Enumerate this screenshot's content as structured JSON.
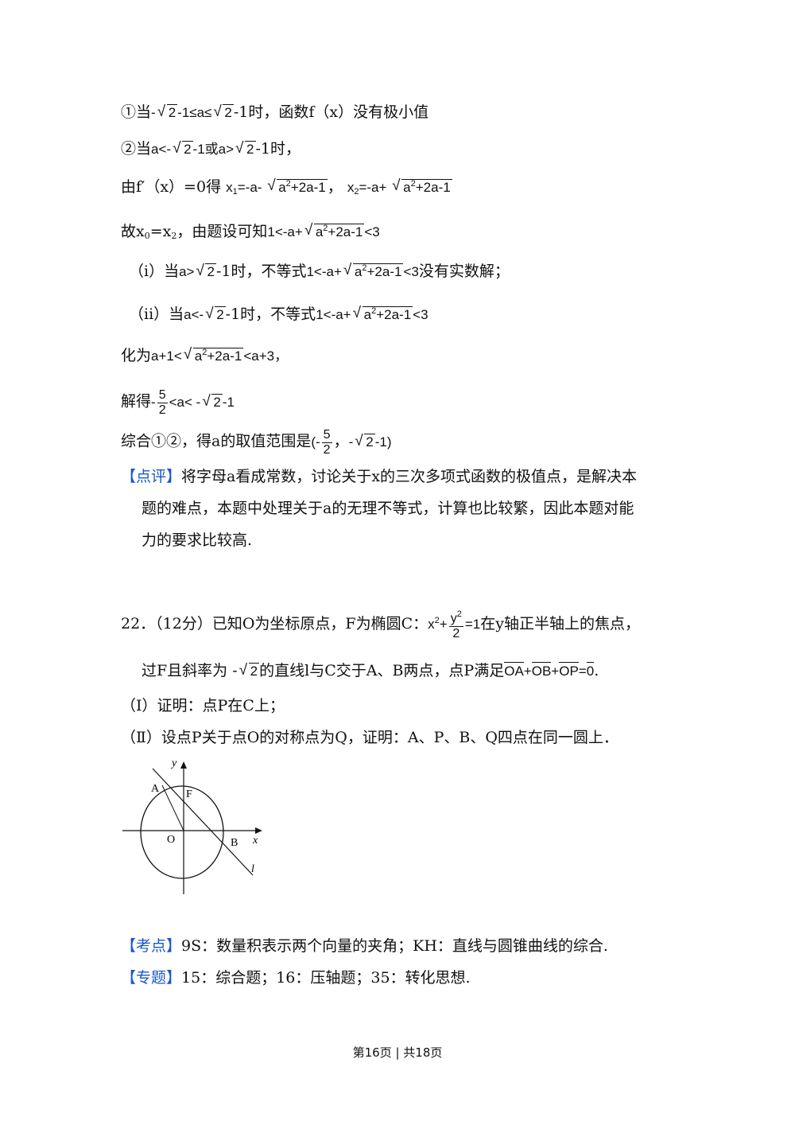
{
  "lines": {
    "l1_a": "①当",
    "l1_b": "-",
    "l1_c": "2",
    "l1_d": "-1≤a≤",
    "l1_e": "2",
    "l1_f": "-1时，函数f（x）没有极小值",
    "l2_a": "②当",
    "l2_b": "a<-",
    "l2_c": "2",
    "l2_d": "-1或",
    "l2_e": "a>",
    "l2_f": "2",
    "l2_g": "-1时，",
    "l3_a": "由f′（x）=0得",
    "l3_b": "x",
    "l3_c": "1",
    "l3_d": "=-a-",
    "l3_e": "a",
    "l3_f": "2",
    "l3_g": "+2a-1",
    "l3_h": "，",
    "l3_i": "x",
    "l3_j": "2",
    "l3_k": "=-a+",
    "l3_l": "a",
    "l3_m": "2",
    "l3_n": "+2a-1",
    "l4_a": "故x",
    "l4_b": "0",
    "l4_c": "=x",
    "l4_d": "2",
    "l4_e": "，由题设可知",
    "l4_f": "1<-a+",
    "l4_g": "a",
    "l4_h": "2",
    "l4_i": "+2a-1",
    "l4_j": "<3",
    "l5_a": "（i）当",
    "l5_b": "a>",
    "l5_c": "2",
    "l5_d": "-1时，不等式",
    "l5_e": "1<-a+",
    "l5_f": "a",
    "l5_g": "2",
    "l5_h": "+2a-1",
    "l5_i": "<3",
    "l5_j": "没有实数解；",
    "l6_a": "（ii）当",
    "l6_b": "a<-",
    "l6_c": "2",
    "l6_d": "-1时，不等式",
    "l6_e": "1<-a+",
    "l6_f": "a",
    "l6_g": "2",
    "l6_h": "+2a-1",
    "l6_i": "<3",
    "l7_a": "化为",
    "l7_b": "a+1<",
    "l7_c": "a",
    "l7_d": "2",
    "l7_e": "+2a-1",
    "l7_f": "<a+3，",
    "l8_a": "解得",
    "l8_b": "-",
    "l8_num": "5",
    "l8_den": "2",
    "l8_c": "<a<",
    "l8_d": "-",
    "l8_e": "2",
    "l8_f": "-1",
    "l9_a": "综合①②，得a的取值范围是",
    "l9_b": "(-",
    "l9_num": "5",
    "l9_den": "2",
    "l9_c": "，",
    "l9_d": "-",
    "l9_e": "2",
    "l9_f": "-1)"
  },
  "comment": {
    "tag": "【点评】",
    "line1": "将字母a看成常数，讨论关于x的三次多项式函数的极值点，是解决本",
    "line2": "题的难点，本题中处理关于a的无理不等式，计算也比较繁，因此本题对能",
    "line3": "力的要求比较高."
  },
  "problem": {
    "number": "22．（12分）已知O为坐标原点，F为椭圆C：",
    "eq_a": "x",
    "eq_b": "2",
    "eq_c": "+",
    "eq_num_a": "y",
    "eq_num_b": "2",
    "eq_den": "2",
    "eq_d": "=1",
    "rest": "在y轴正半轴上的焦点，",
    "line2_a": "过F且斜率为 -",
    "line2_b": "2",
    "line2_c": "的直线l与C交于A、B两点，点P满足",
    "vec_oa": "OA",
    "plus1": "+",
    "vec_ob": "OB",
    "plus2": "+",
    "vec_op": "OP",
    "eq0": "=",
    "vec_0": "0",
    "period": ".",
    "part1": "（Ⅰ）证明：点P在C上；",
    "part2": "（Ⅱ）设点P关于点O的对称点为Q，证明：A、P、B、Q四点在同一圆上．"
  },
  "diagram": {
    "y": "y",
    "x": "x",
    "A": "A",
    "F": "F",
    "O": "O",
    "B": "B",
    "l": "l"
  },
  "kaodian": {
    "tag": "【考点】",
    "text": "9S：数量积表示两个向量的夹角；KH：直线与圆锥曲线的综合."
  },
  "zhuanti": {
    "tag": "【专题】",
    "text": "15：综合题；16：压轴题；35：转化思想."
  },
  "footer": "第16页 | 共18页"
}
